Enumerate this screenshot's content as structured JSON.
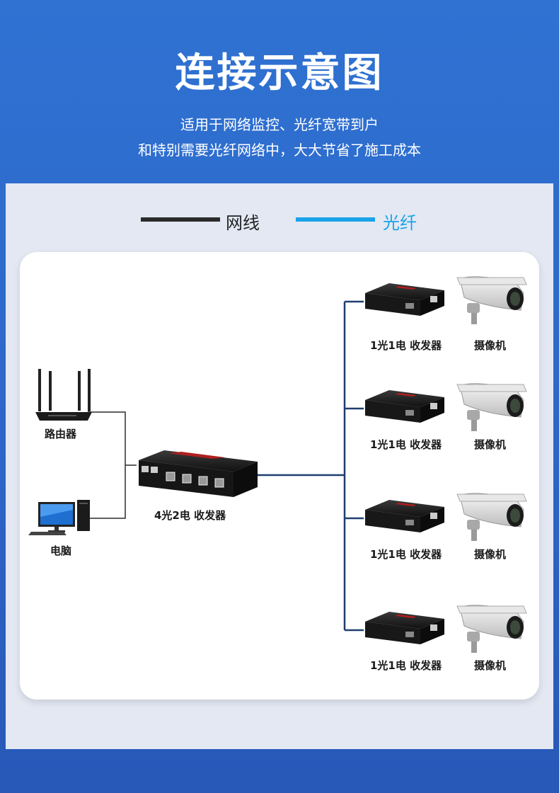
{
  "title": "连接示意图",
  "subtitle_lines": [
    "适用于网络监控、光纤宽带到户",
    "和特别需要光纤网络中，大大节省了施工成本"
  ],
  "legend": [
    {
      "label": "网线",
      "color": "#2b2b2b"
    },
    {
      "label": "光纤",
      "color": "#1aa3e8"
    }
  ],
  "devices": {
    "router": "路由器",
    "pc": "电脑",
    "main_transceiver": "4光2电 收发器"
  },
  "branches": [
    {
      "transceiver": "1光1电 收发器",
      "camera": "摄像机"
    },
    {
      "transceiver": "1光1电 收发器",
      "camera": "摄像机"
    },
    {
      "transceiver": "1光1电 收发器",
      "camera": "摄像机"
    },
    {
      "transceiver": "1光1电 收发器",
      "camera": "摄像机"
    }
  ],
  "colors": {
    "network_cable": "#2b2b2b",
    "fiber": "#1f3e70",
    "fiber_legend": "#1aa3e8"
  }
}
